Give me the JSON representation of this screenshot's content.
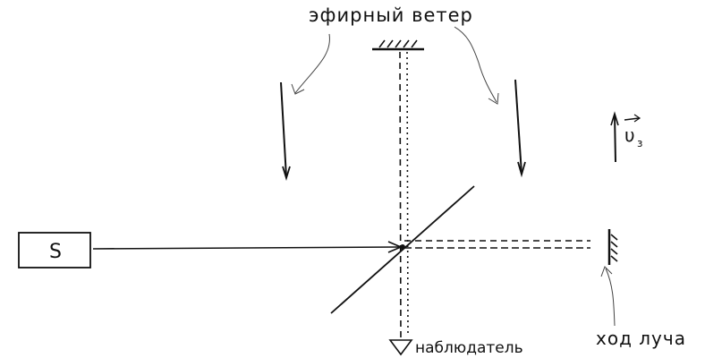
{
  "labels": {
    "ether_wind": "эфирный ветер",
    "source": "S",
    "velocity": "υ",
    "velocity_subscript": "з",
    "observer": "наблюдатель",
    "ray_path": "ход луча"
  }
}
